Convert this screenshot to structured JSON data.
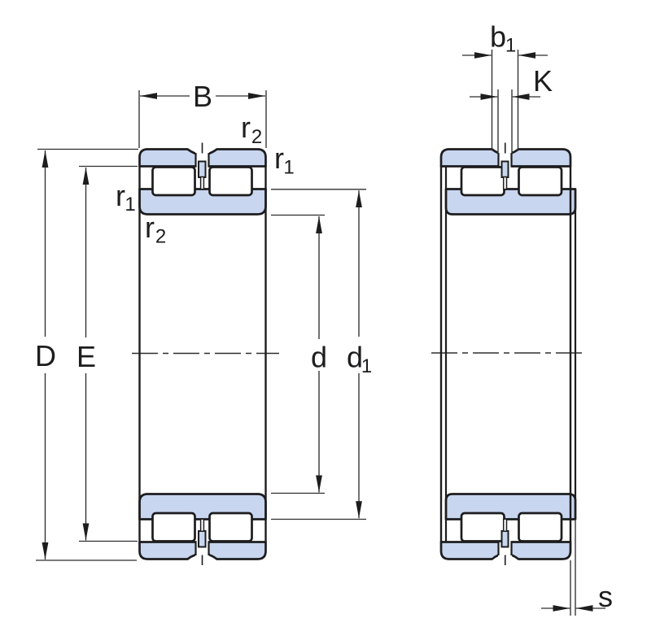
{
  "diagram": {
    "type": "technical-drawing",
    "subject": "double-row full-complement cylindrical roller bearing, two cross-section views",
    "views": {
      "left": "bearing cross-section with boundary dimensions B, D, E, d, d1 and chamfer radii r1, r2",
      "right": "bearing cross-section with lubrication groove width b1, hole K and ring face offset s"
    },
    "colors": {
      "ring_fill": "#c8d6ef",
      "paper": "#ffffff",
      "outline": "#1d1d1f",
      "dim_line": "#2e2e2e",
      "text_color": "#1d1d1f"
    },
    "labels": {
      "B": {
        "base": "B",
        "sub": ""
      },
      "r2_upper": {
        "base": "r",
        "sub": "2"
      },
      "r1_upper": {
        "base": "r",
        "sub": "1"
      },
      "r1_lower": {
        "base": "r",
        "sub": "1"
      },
      "r2_lower": {
        "base": "r",
        "sub": "2"
      },
      "D": {
        "base": "D",
        "sub": ""
      },
      "E": {
        "base": "E",
        "sub": ""
      },
      "d": {
        "base": "d",
        "sub": ""
      },
      "d1": {
        "base": "d",
        "sub": "1"
      },
      "b1": {
        "base": "b",
        "sub": "1"
      },
      "K": {
        "base": "K",
        "sub": ""
      },
      "s": {
        "base": "s",
        "sub": ""
      }
    }
  }
}
